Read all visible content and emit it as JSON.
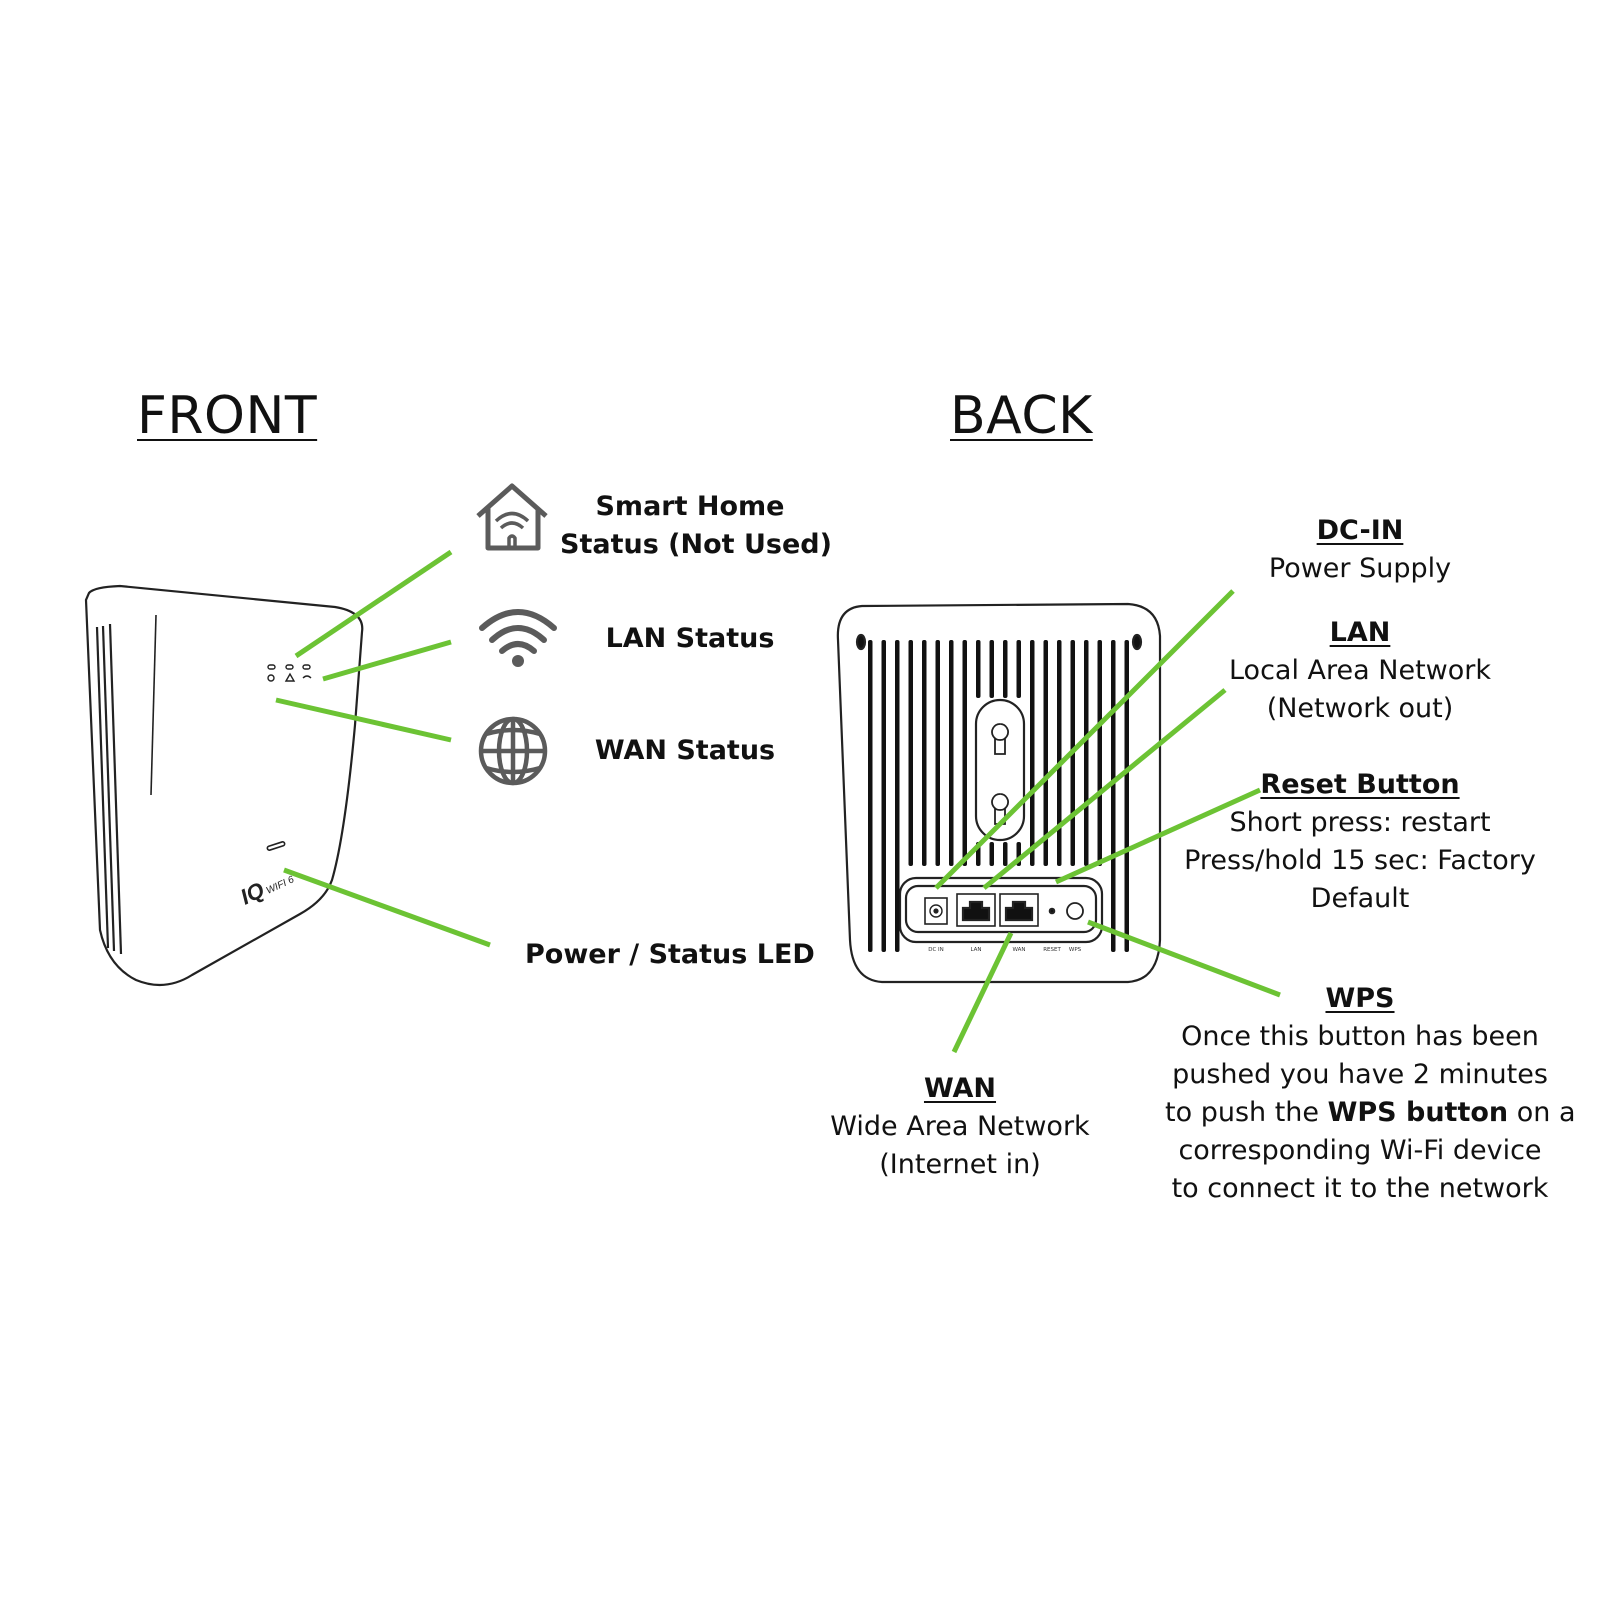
{
  "headings": {
    "front": "FRONT",
    "back": "BACK"
  },
  "front": {
    "device_brand": "IQ",
    "device_model": "WIFI 6",
    "labels": {
      "smart_home_line1": "Smart Home",
      "smart_home_line2": "Status (Not Used)",
      "lan_status": "LAN Status",
      "wan_status": "WAN Status",
      "power_status_led": "Power / Status LED"
    },
    "icons": {
      "smart_home": "home-icon",
      "lan": "wifi-icon",
      "wan": "globe-icon"
    }
  },
  "back": {
    "port_labels": {
      "dc_in": "DC IN",
      "lan": "LAN",
      "wan": "WAN",
      "reset": "RESET",
      "wps": "WPS"
    },
    "dc_in": {
      "title": "DC-IN",
      "line1": "Power Supply"
    },
    "lan": {
      "title": "LAN",
      "line1": "Local Area Network",
      "line2": "(Network out)"
    },
    "reset": {
      "title": "Reset Button",
      "line1": "Short press: restart",
      "line2": "Press/hold 15 sec: Factory",
      "line3": "Default"
    },
    "wps": {
      "title": "WPS",
      "line1": "Once this button has been",
      "line2": "pushed you have 2 minutes",
      "line3_pre": "to push the ",
      "line3_bold": "WPS button",
      "line3_post": " on a",
      "line4": "corresponding Wi-Fi device",
      "line5": "to connect it to the network"
    },
    "wan": {
      "title": "WAN",
      "line1": "Wide Area Network",
      "line2": "(Internet in)"
    }
  },
  "colors": {
    "leader_line": "#6cc334",
    "icon_gray": "#5b5b5b",
    "outline": "#222222"
  }
}
